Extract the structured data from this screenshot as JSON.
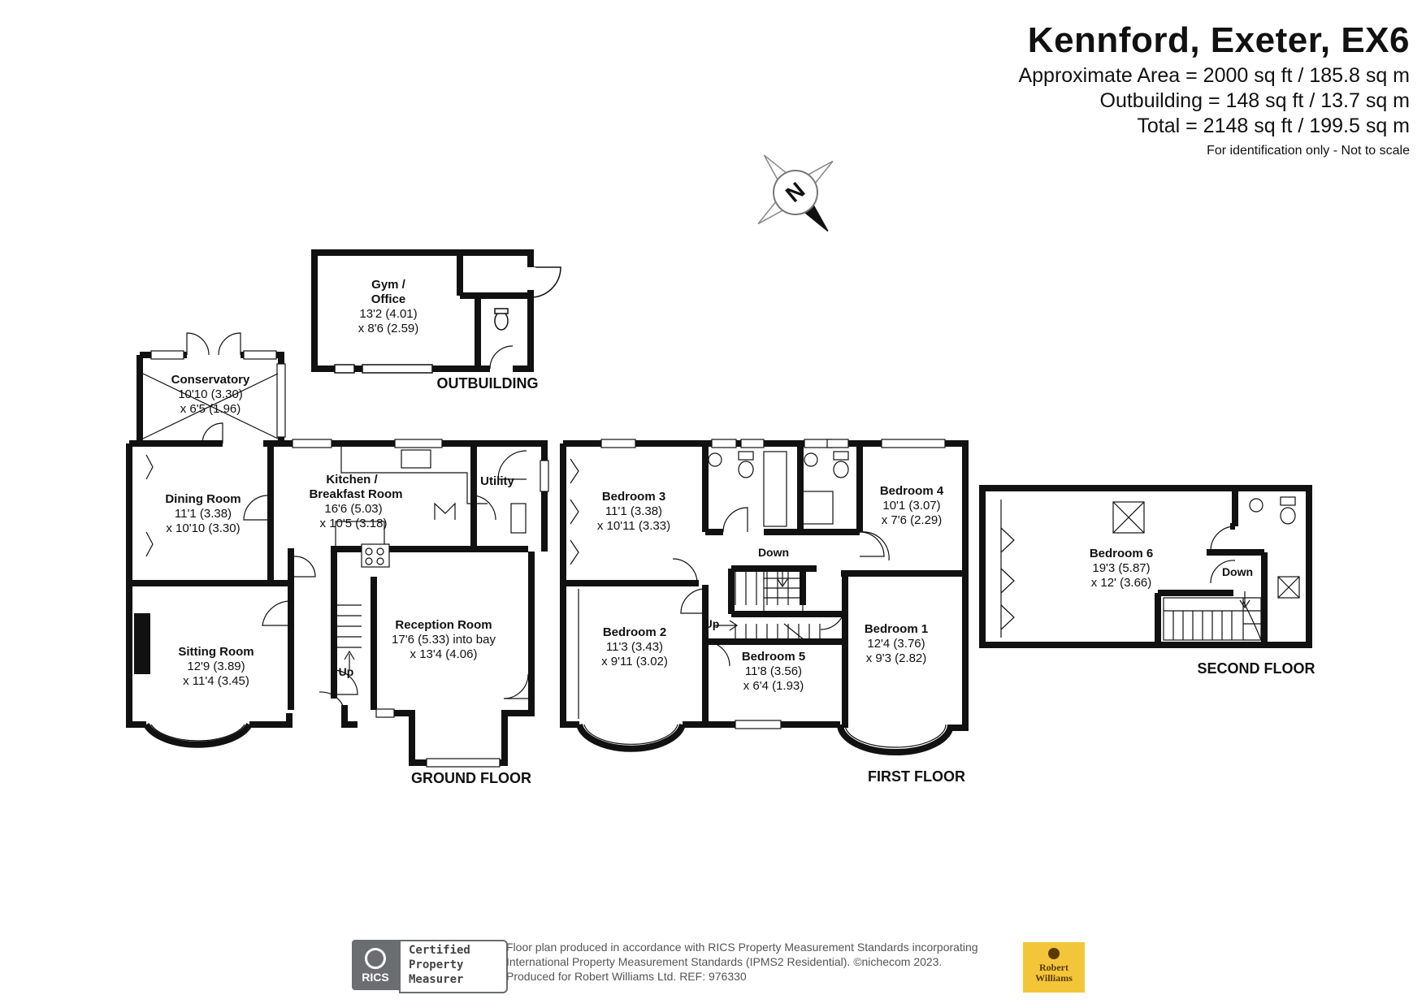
{
  "header": {
    "title": "Kennford, Exeter, EX6",
    "approx_area": "Approximate Area = 2000 sq ft / 185.8 sq m",
    "outbuilding": "Outbuilding = 148 sq ft / 13.7 sq m",
    "total": "Total = 2148 sq ft / 199.5 sq m",
    "note": "For identification only - Not to scale"
  },
  "compass": {
    "label": "N"
  },
  "floors": {
    "outbuilding": {
      "label": "OUTBUILDING",
      "rooms": [
        {
          "name_l1": "Gym /",
          "name_l2": "Office",
          "dim1": "13'2 (4.01)",
          "dim2": "x 8'6 (2.59)"
        }
      ]
    },
    "ground": {
      "label": "GROUND FLOOR",
      "rooms": {
        "conservatory": {
          "name": "Conservatory",
          "dim1": "10'10 (3.30)",
          "dim2": "x 6'5 (1.96)"
        },
        "dining": {
          "name": "Dining Room",
          "dim1": "11'1 (3.38)",
          "dim2": "x 10'10 (3.30)"
        },
        "kitchen": {
          "name_l1": "Kitchen /",
          "name_l2": "Breakfast Room",
          "dim1": "16'6 (5.03)",
          "dim2": "x 10'5 (3.18)"
        },
        "utility": {
          "name": "Utility"
        },
        "sitting": {
          "name": "Sitting Room",
          "dim1": "12'9 (3.89)",
          "dim2": "x 11'4 (3.45)"
        },
        "reception": {
          "name": "Reception Room",
          "dim1": "17'6 (5.33) into bay",
          "dim2": "x 13'4 (4.06)"
        }
      },
      "stairs_label": "Up"
    },
    "first": {
      "label": "FIRST FLOOR",
      "rooms": {
        "bedroom3": {
          "name": "Bedroom 3",
          "dim1": "11'1 (3.38)",
          "dim2": "x 10'11 (3.33)"
        },
        "bedroom4": {
          "name": "Bedroom 4",
          "dim1": "10'1 (3.07)",
          "dim2": "x 7'6 (2.29)"
        },
        "bedroom2": {
          "name": "Bedroom 2",
          "dim1": "11'3 (3.43)",
          "dim2": "x 9'11 (3.02)"
        },
        "bedroom5": {
          "name": "Bedroom 5",
          "dim1": "11'8 (3.56)",
          "dim2": "x 6'4 (1.93)"
        },
        "bedroom1": {
          "name": "Bedroom 1",
          "dim1": "12'4 (3.76)",
          "dim2": "x 9'3 (2.82)"
        }
      },
      "down_label": "Down",
      "up_label": "Up"
    },
    "second": {
      "label": "SECOND FLOOR",
      "rooms": {
        "bedroom6": {
          "name": "Bedroom 6",
          "dim1": "19'3 (5.87)",
          "dim2": "x 12' (3.66)"
        }
      },
      "down_label": "Down"
    }
  },
  "footer": {
    "rics_label": "RICS",
    "cert_l1": "Certified",
    "cert_l2": "Property",
    "cert_l3": "Measurer",
    "line1": "Floor plan produced in accordance with RICS Property Measurement Standards incorporating",
    "line2": "International Property Measurement Standards (IPMS2 Residential).   ©nichecom 2023.",
    "line3": "Produced for Robert Williams Ltd.   REF:  976330",
    "brand_l1": "Robert",
    "brand_l2": "Williams"
  },
  "colors": {
    "wall": "#111111",
    "logo_yellow": "#f3c63a",
    "rics_grey": "#6b6e70"
  }
}
